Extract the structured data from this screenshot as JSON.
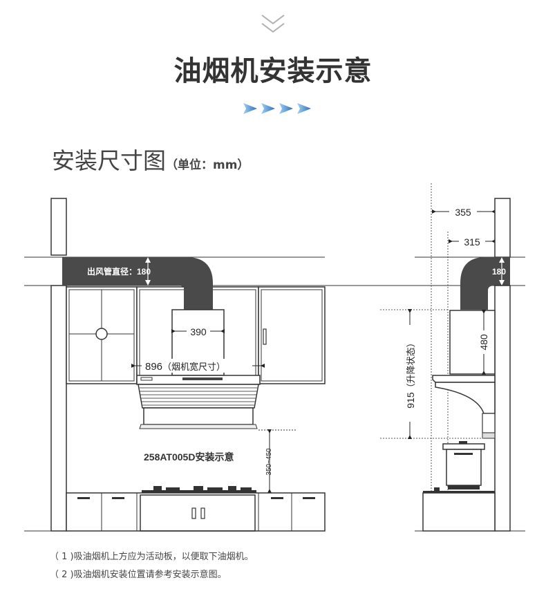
{
  "header": {
    "title": "油烟机安装示意",
    "chevron_icon": "double-chevron-down-icon",
    "arrow_icon": "triangle-arrows-icon"
  },
  "section": {
    "title": "安装尺寸图",
    "unit": "（单位：mm）"
  },
  "diagram": {
    "duct_label": "出风管直径：180",
    "duct_dim_right": "180",
    "hood_top_width": "390",
    "hood_width_value": "896",
    "hood_width_text": "（烟机宽尺寸）",
    "model_label": "258AT005D安装示意",
    "stove_gap": "350~450",
    "side_top_dim": "355",
    "side_inner_dim": "315",
    "side_chimney_height": "480",
    "side_total_height_value": "915",
    "side_total_height_text": "（升降状态）"
  },
  "notes": [
    "（ 1 )吸油烟机上方应为活动板，以便取下油烟机。",
    "（ 2 )吸油烟机安装位置请参考安装示意图。"
  ],
  "colors": {
    "duct": "#4a4a4a",
    "line": "#333333",
    "arrow_blue": "#3b7fc4",
    "arrow_light": "#8fc2ee"
  }
}
